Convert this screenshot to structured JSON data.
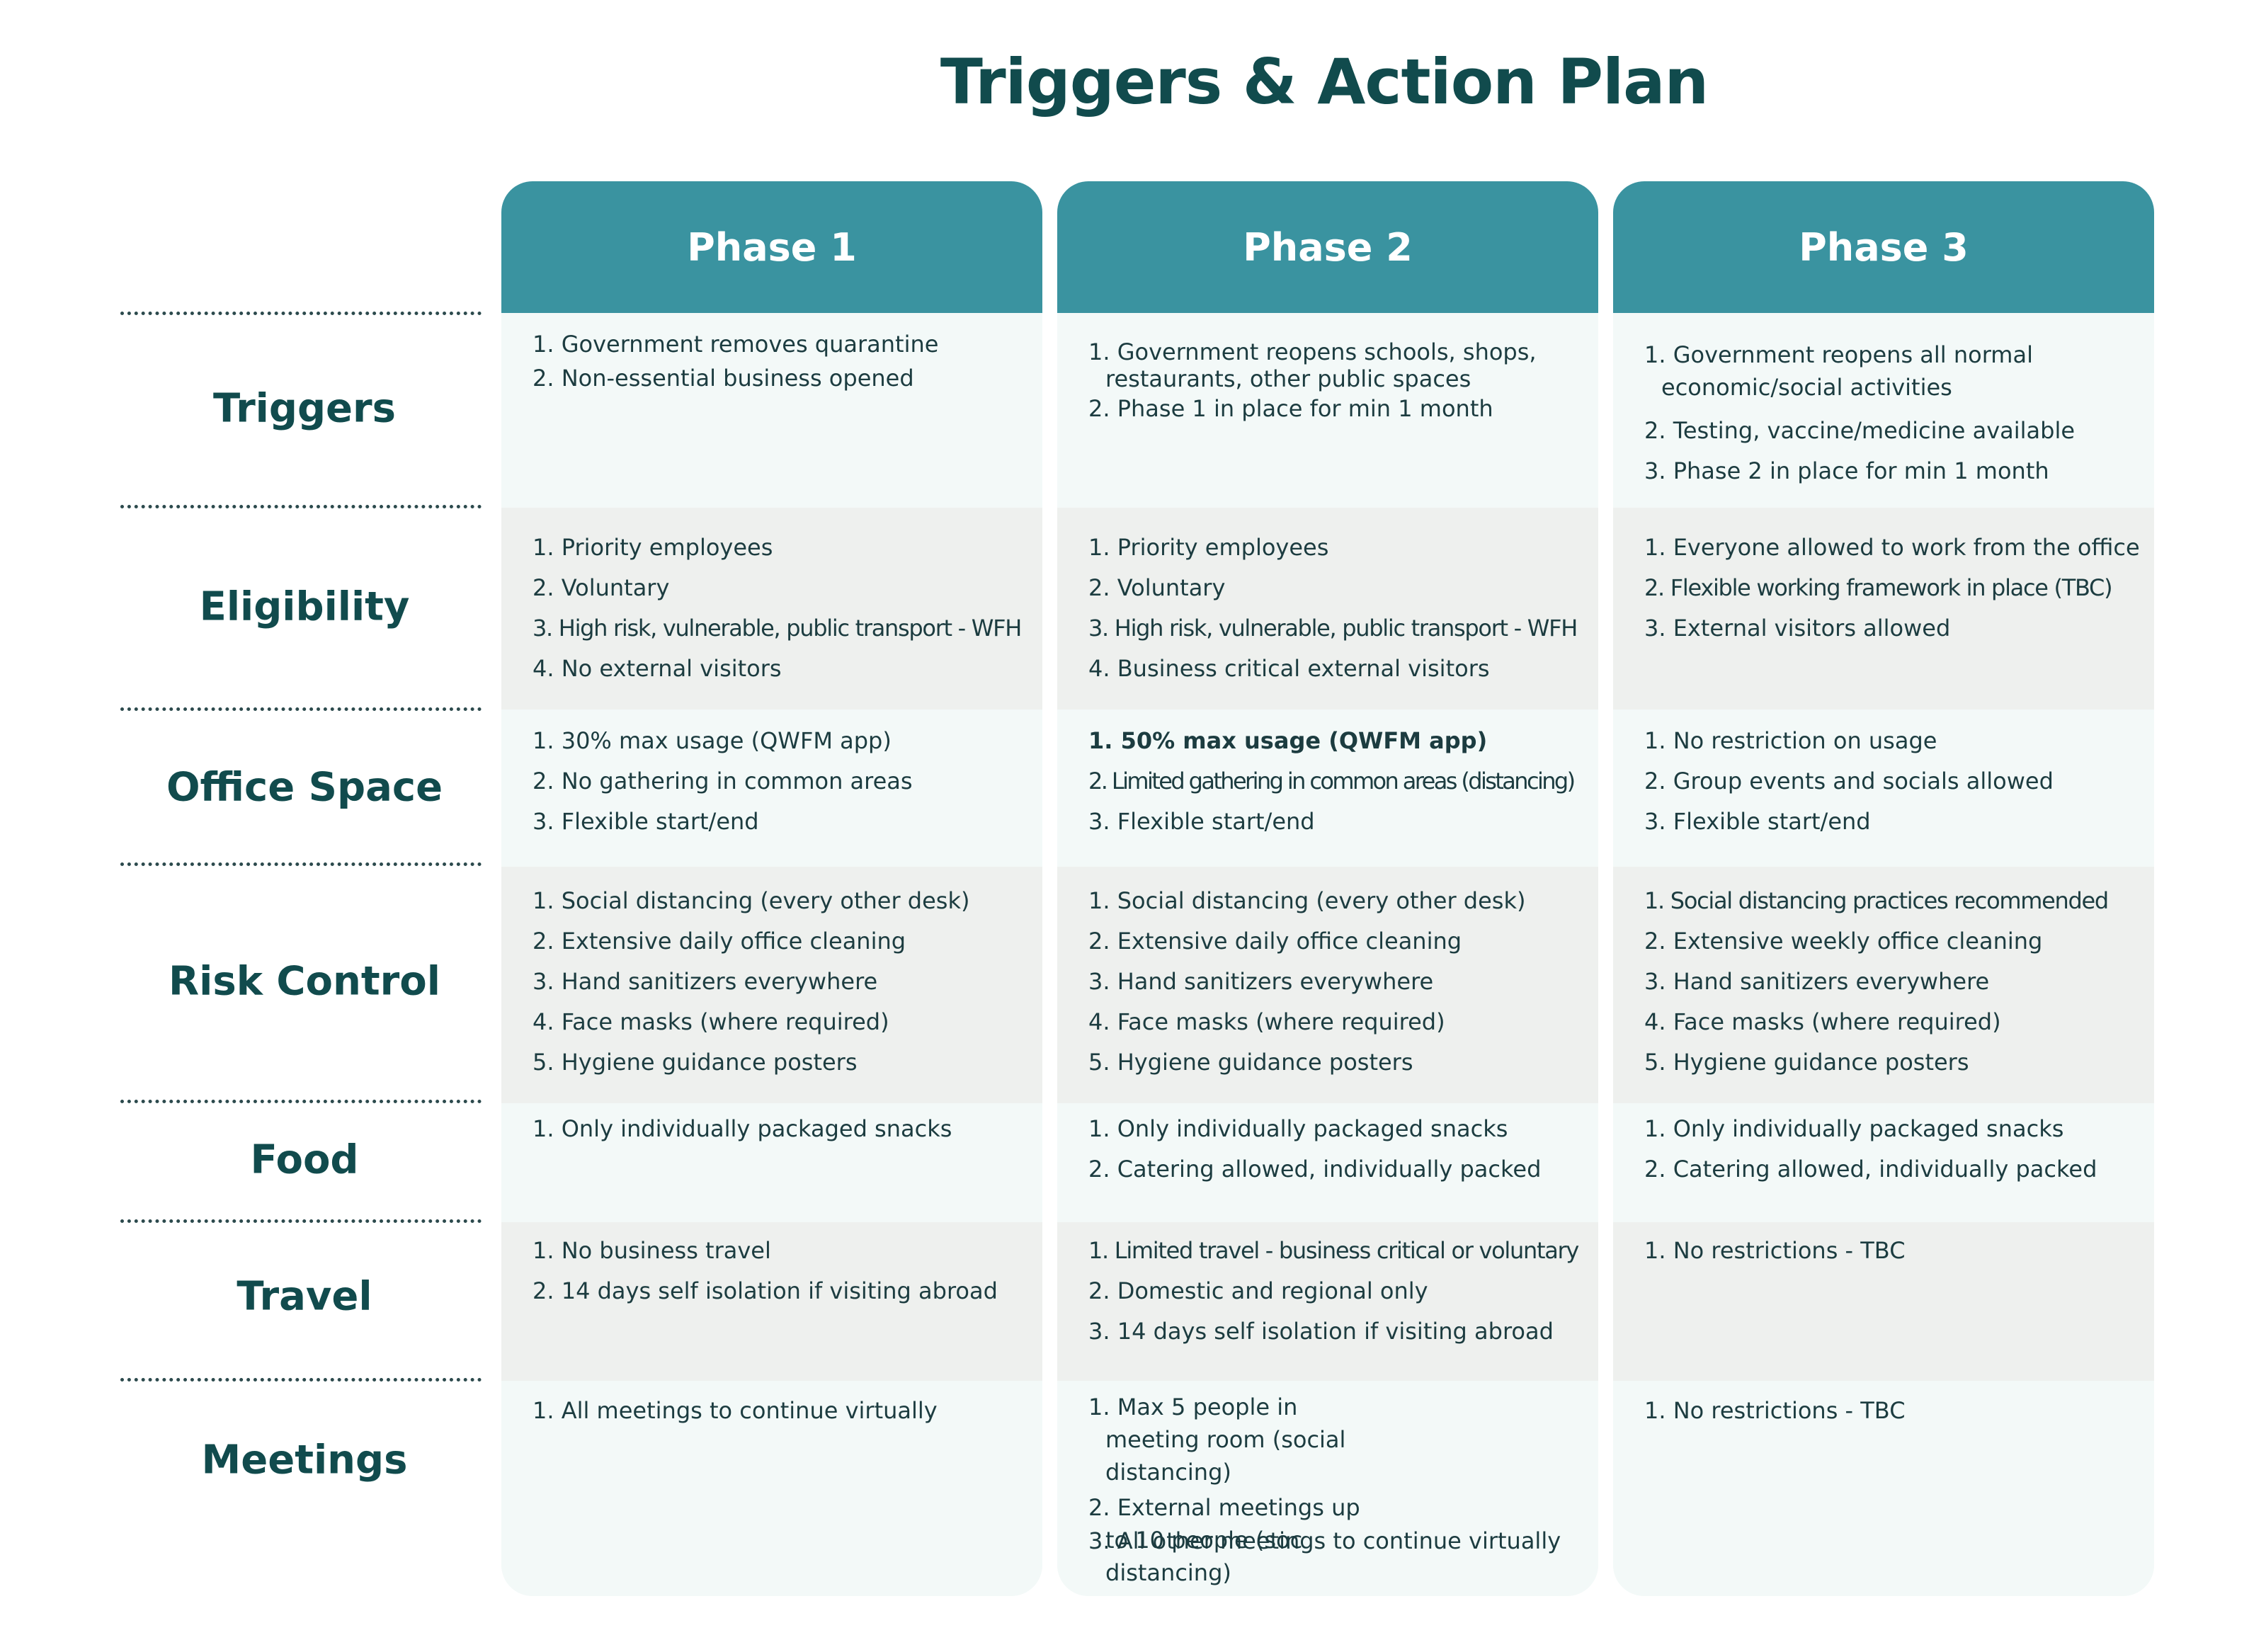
{
  "title": "Triggers & Action Plan",
  "rows": [
    "Triggers",
    "Eligibility",
    "Office Space",
    "Risk Control",
    "Food",
    "Travel",
    "Meetings"
  ],
  "phases": [
    {
      "name": "Phase 1",
      "cells": [
        [
          "1. Government removes quarantine",
          "2. Non-essential business opened"
        ],
        [
          "1. Priority employees",
          "2. Voluntary",
          "3. High risk, vulnerable, public transport - WFH",
          "4. No external visitors"
        ],
        [
          "1. 30% max usage (QWFM app)",
          "2. No gathering in common areas",
          "3. Flexible start/end"
        ],
        [
          "1. Social distancing (every other desk)",
          "2. Extensive daily office cleaning",
          "3. Hand sanitizers everywhere",
          "4. Face masks (where required)",
          "5. Hygiene guidance posters"
        ],
        [
          "1. Only individually packaged snacks"
        ],
        [
          "1. No business travel",
          "2. 14 days self isolation if visiting abroad"
        ],
        [
          "1. All meetings to continue virtually"
        ]
      ]
    },
    {
      "name": "Phase 2",
      "cells": [
        [
          "1. Government reopens schools, shops, restaurants, other public spaces",
          "2. Phase 1 in place for min 1 month"
        ],
        [
          "1. Priority employees",
          "2. Voluntary",
          "3. High risk, vulnerable, public transport - WFH",
          "4. Business critical external visitors"
        ],
        [
          "1. 50% max usage (QWFM app)",
          "2. Limited gathering in common areas (distancing)",
          "3. Flexible start/end"
        ],
        [
          "1. Social distancing (every other desk)",
          "2. Extensive daily office cleaning",
          "3. Hand sanitizers everywhere",
          "4. Face masks (where required)",
          "5. Hygiene guidance posters"
        ],
        [
          "1. Only individually packaged snacks",
          "2. Catering allowed, individually packed"
        ],
        [
          "1. Limited travel - business critical or voluntary",
          "2. Domestic and regional only",
          "3. 14 days self isolation if visiting abroad"
        ],
        [
          "1. Max 5 people in meeting room (social distancing)",
          "2. External meetings up to 10 people (soc distancing)",
          "3. All other meetings to continue virtually"
        ]
      ]
    },
    {
      "name": "Phase 3",
      "cells": [
        [
          "1. Government reopens all normal economic/social activities",
          "2. Testing, vaccine/medicine available",
          "3. Phase 2 in place for min 1 month"
        ],
        [
          "1. Everyone allowed to work from the office",
          "2. Flexible working framework in place (TBC)",
          "3. External visitors allowed"
        ],
        [
          "1. No restriction on usage",
          "2. Group events and socials allowed",
          "3. Flexible start/end"
        ],
        [
          "1. Social distancing practices recommended",
          "2. Extensive weekly office cleaning",
          "3. Hand sanitizers everywhere",
          "4. Face masks (where required)",
          "5. Hygiene guidance posters"
        ],
        [
          "1. Only individually packaged snacks",
          "2. Catering allowed, individually packed"
        ],
        [
          "1. No restrictions - TBC"
        ],
        [
          "1. No restrictions - TBC"
        ]
      ]
    }
  ]
}
